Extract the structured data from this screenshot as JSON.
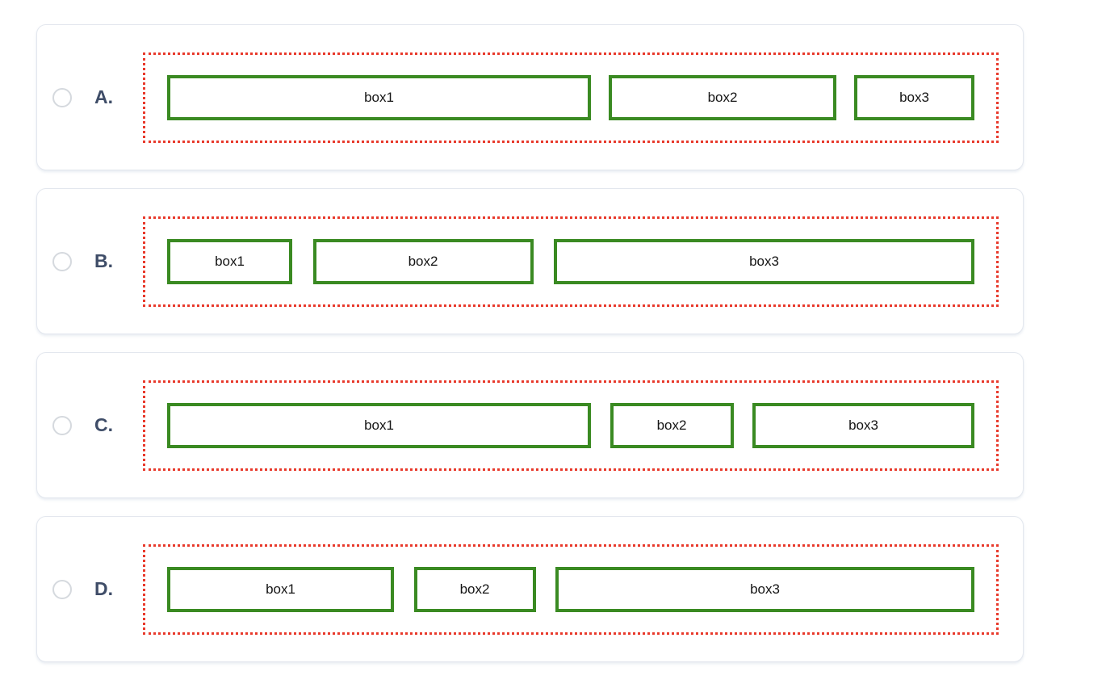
{
  "quiz": {
    "options": [
      {
        "id": "A",
        "label": "A.",
        "selected": false,
        "boxes": [
          {
            "label": "box1",
            "width_pct": 52.5
          },
          {
            "label": "box2",
            "width_pct": 28.2
          },
          {
            "label": "box3",
            "width_pct": 14.9
          }
        ]
      },
      {
        "id": "B",
        "label": "B.",
        "selected": false,
        "boxes": [
          {
            "label": "box1",
            "width_pct": 15.5
          },
          {
            "label": "box2",
            "width_pct": 27.3
          },
          {
            "label": "box3",
            "width_pct": 52.1
          }
        ]
      },
      {
        "id": "C",
        "label": "C.",
        "selected": false,
        "boxes": [
          {
            "label": "box1",
            "width_pct": 52.5
          },
          {
            "label": "box2",
            "width_pct": 15.3
          },
          {
            "label": "box3",
            "width_pct": 27.5
          }
        ]
      },
      {
        "id": "D",
        "label": "D.",
        "selected": false,
        "boxes": [
          {
            "label": "box1",
            "width_pct": 28.1
          },
          {
            "label": "box2",
            "width_pct": 15.1
          },
          {
            "label": "box3",
            "width_pct": 51.9
          }
        ]
      }
    ],
    "colors": {
      "container_border": "#e8392b",
      "box_border": "#3a8a22",
      "letter_text": "#3f4d68",
      "card_border": "#e3e7ee",
      "radio_border": "#d5d9de",
      "box_text": "#151515"
    }
  }
}
